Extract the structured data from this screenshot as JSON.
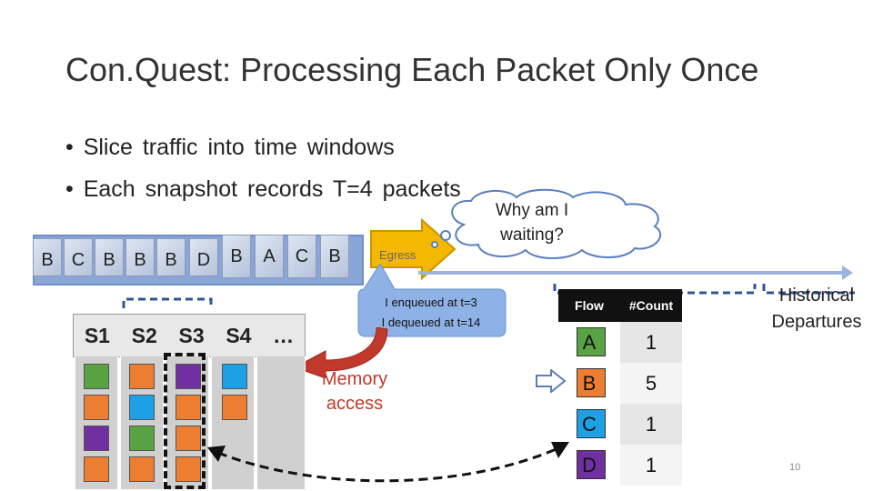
{
  "title": "Con.Quest: Processing Each Packet Only Once",
  "bullets": [
    "• Slice  traffic  into  time  windows",
    "• Each  snapshot  records  T=4  packets"
  ],
  "queue_packets": [
    "B",
    "C",
    "B",
    "B",
    "B",
    "D",
    "B",
    "A",
    "C",
    "B"
  ],
  "egress_label": "Egress",
  "thought_bubble": {
    "line1": "Why am I",
    "line2": "waiting?"
  },
  "callout": {
    "line1": "I enqueued at t=3",
    "line2": "I dequeued at t=14"
  },
  "snapshots": {
    "labels": [
      "S1",
      "S2",
      "S3",
      "S4",
      "…"
    ]
  },
  "memory_access": {
    "line1": "Memory",
    "line2": "access"
  },
  "historical": {
    "line1": "Historical",
    "line2": "Departures"
  },
  "table": {
    "headers": [
      "Flow",
      "#Count"
    ],
    "rows": [
      {
        "flow": "A",
        "count": "1"
      },
      {
        "flow": "B",
        "count": "5"
      },
      {
        "flow": "C",
        "count": "1"
      },
      {
        "flow": "D",
        "count": "1"
      }
    ]
  },
  "page_number": "10",
  "colors": {
    "flow_a": "#5aa345",
    "flow_b": "#ed7d31",
    "flow_c": "#1ea0e6",
    "flow_d": "#7030a0",
    "memory_arrow": "#c0392b",
    "egress": "#f5b800"
  }
}
